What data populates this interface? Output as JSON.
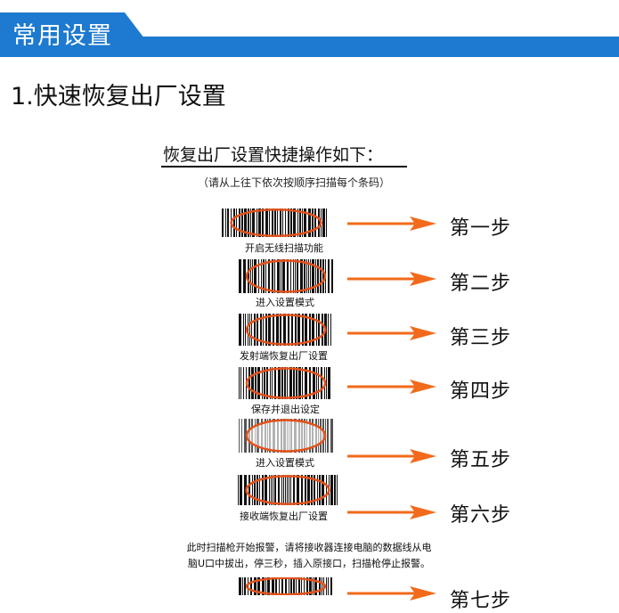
{
  "header": {
    "title": "常用设置"
  },
  "section": {
    "title": "1.快速恢复出厂设置"
  },
  "instructions": {
    "title": "恢复出厂设置快捷操作如下：",
    "note": "（请从上往下依次按顺序扫描每个条码）"
  },
  "steps": [
    {
      "caption": "开启无线扫描功能",
      "step_label": "第一步"
    },
    {
      "caption": "进入设置模式",
      "step_label": "第二步"
    },
    {
      "caption": "发射端恢复出厂设置",
      "step_label": "第三步"
    },
    {
      "caption": "保存并退出设定",
      "step_label": "第四步"
    },
    {
      "caption": "进入设置模式",
      "step_label": "第五步"
    },
    {
      "caption": "接收端恢复出厂设置",
      "step_label": "第六步"
    },
    {
      "caption": "",
      "step_label": "第七步"
    }
  ],
  "notice": {
    "line1": "此时扫描枪开始报警，请将接收器连接电脑的数据线从电",
    "line2": "脑U口中拔出，停三秒，插入原接口，扫描枪停止报警。"
  },
  "colors": {
    "accent": "#1e7ad0",
    "arrow": "#f26a1b",
    "ellipse": "#e2521b"
  }
}
